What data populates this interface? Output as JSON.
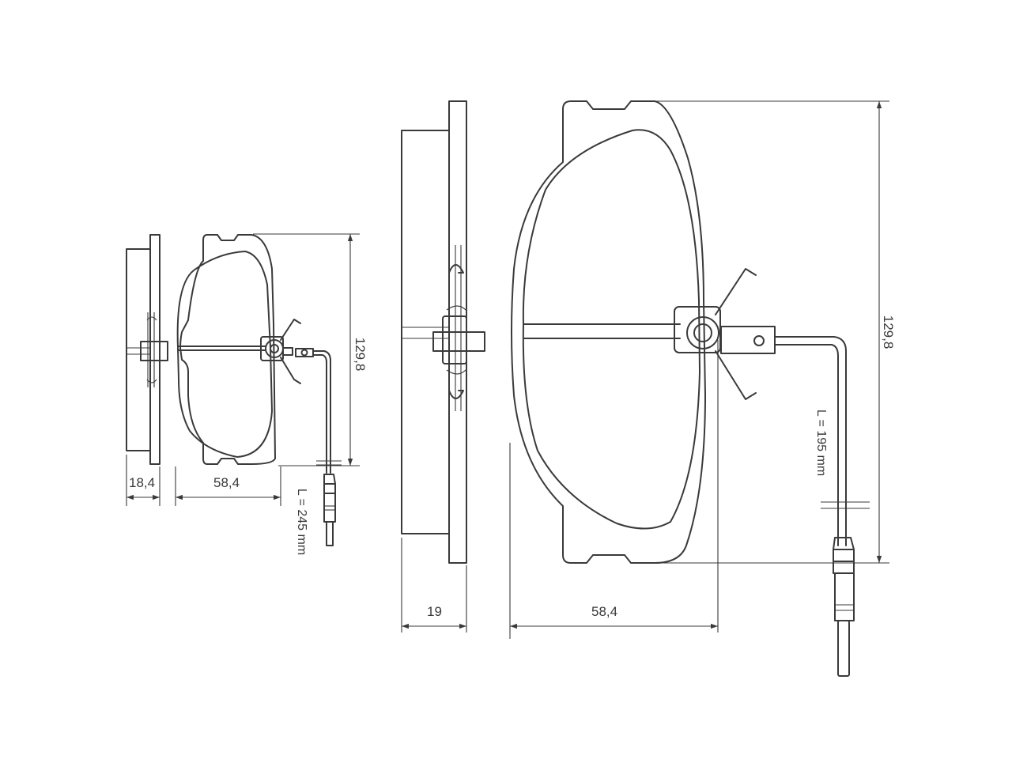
{
  "small_view": {
    "thickness_label": "18,4",
    "width_label": "58,4",
    "height_label": "129,8",
    "cable_length_label": "L = 245 mm"
  },
  "large_view": {
    "thickness_label": "19",
    "width_label": "58,4",
    "height_label": "129,8",
    "cable_length_label": "L = 195 mm"
  },
  "colors": {
    "line": "#3a3a3a",
    "background": "#ffffff"
  }
}
